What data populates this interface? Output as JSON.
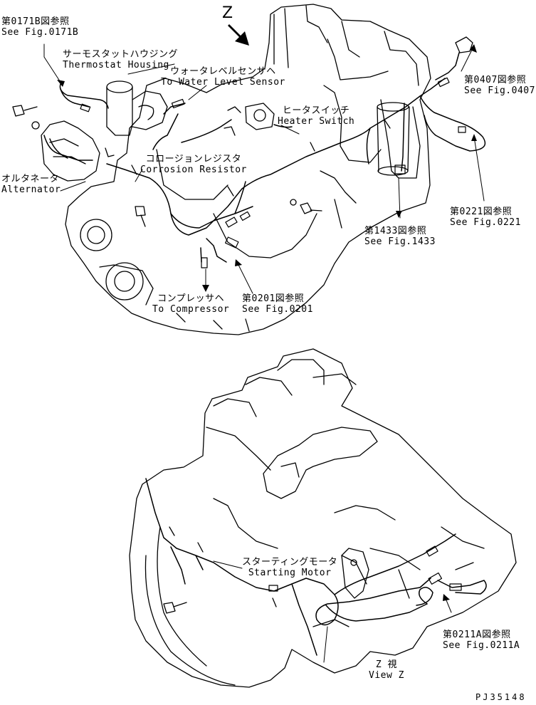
{
  "view_letter": "Z",
  "labels": {
    "fig0171b": {
      "jp": "第0171B図参照",
      "en": "See Fig.0171B"
    },
    "thermostat": {
      "jp": "サーモスタットハウジング",
      "en": "Thermostat Housing"
    },
    "water_level": {
      "jp": "ウォータレベルセンサヘ",
      "en": "To Water Level Sensor"
    },
    "fig0407": {
      "jp": "第0407図参照",
      "en": "See Fig.0407"
    },
    "heater_switch": {
      "jp": "ヒータスイッチ",
      "en": "Heater Switch"
    },
    "corrosion": {
      "jp": "コロージョンレジスタ",
      "en": "Corrosion Resistor"
    },
    "alternator": {
      "jp": "オルタネータ",
      "en": "Alternator"
    },
    "fig0221": {
      "jp": "第0221図参照",
      "en": "See Fig.0221"
    },
    "fig1433": {
      "jp": "第1433図参照",
      "en": "See Fig.1433"
    },
    "compressor": {
      "jp": "コンプレッサヘ",
      "en": "To Compressor"
    },
    "fig0201": {
      "jp": "第0201図参照",
      "en": "See Fig.0201"
    },
    "starting_motor": {
      "jp": "スターティングモータ",
      "en": "Starting Motor"
    },
    "fig0211a": {
      "jp": "第0211A図参照",
      "en": "See Fig.0211A"
    },
    "view_z": {
      "jp": "Z 視",
      "en": "View Z"
    }
  },
  "drawing_code": "PJ35148"
}
